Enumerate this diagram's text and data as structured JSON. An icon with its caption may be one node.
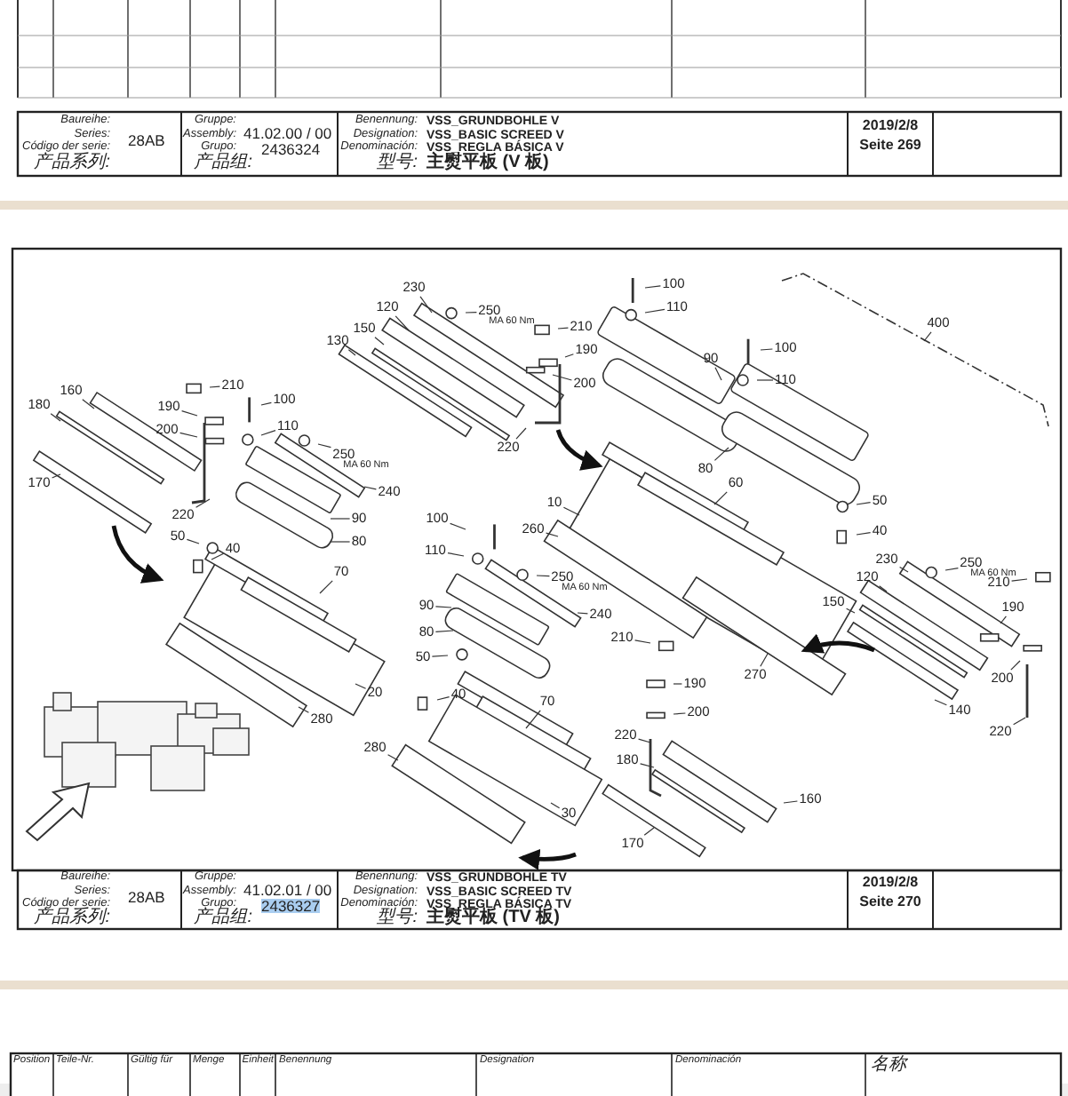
{
  "diagram": {
    "nodes": [
      {
        "text": [
          "230"
        ]
      },
      {
        "text": [
          "250",
          "MA 60 Nm"
        ]
      },
      {
        "text": [
          "120"
        ]
      },
      {
        "text": [
          "150"
        ]
      },
      {
        "text": [
          "130"
        ]
      },
      {
        "text": [
          "210"
        ]
      },
      {
        "text": [
          "190"
        ]
      },
      {
        "text": [
          "220"
        ]
      },
      {
        "text": [
          "160"
        ]
      },
      {
        "text": [
          "180"
        ]
      },
      {
        "text": [
          "210"
        ]
      },
      {
        "text": [
          "190"
        ]
      },
      {
        "text": [
          "200"
        ]
      },
      {
        "text": [
          "100"
        ]
      },
      {
        "text": [
          "110"
        ]
      },
      {
        "text": [
          "250",
          "MA 60 Nm"
        ]
      },
      {
        "text": [
          "240"
        ]
      },
      {
        "text": [
          "170"
        ]
      },
      {
        "text": [
          "220"
        ]
      },
      {
        "text": [
          "90"
        ]
      },
      {
        "text": [
          "80"
        ]
      },
      {
        "text": [
          "50"
        ]
      },
      {
        "text": [
          "40"
        ]
      },
      {
        "text": [
          "70"
        ]
      },
      {
        "text": [
          "100"
        ]
      },
      {
        "text": [
          "110"
        ]
      },
      {
        "text": [
          "90"
        ]
      },
      {
        "text": [
          "80"
        ]
      },
      {
        "text": [
          "250",
          "MA 60 Nm"
        ]
      },
      {
        "text": [
          "240"
        ]
      },
      {
        "text": [
          "20"
        ]
      },
      {
        "text": [
          "280"
        ]
      },
      {
        "text": [
          "50"
        ]
      },
      {
        "text": [
          "40"
        ]
      },
      {
        "text": [
          "70"
        ]
      },
      {
        "text": [
          "280"
        ]
      },
      {
        "text": [
          "30"
        ]
      },
      {
        "text": [
          "210"
        ]
      },
      {
        "text": [
          "190"
        ]
      },
      {
        "text": [
          "200"
        ]
      },
      {
        "text": [
          "220"
        ]
      },
      {
        "text": [
          "180"
        ]
      },
      {
        "text": [
          "160"
        ]
      },
      {
        "text": [
          "170"
        ]
      },
      {
        "text": [
          "260"
        ]
      },
      {
        "text": [
          "10"
        ]
      },
      {
        "text": [
          "60"
        ]
      },
      {
        "text": [
          "100"
        ]
      },
      {
        "text": [
          "110"
        ]
      },
      {
        "text": [
          "100"
        ]
      },
      {
        "text": [
          "110"
        ]
      },
      {
        "text": [
          "90"
        ]
      },
      {
        "text": [
          "80"
        ]
      },
      {
        "text": [
          "400"
        ]
      },
      {
        "text": [
          "50"
        ]
      },
      {
        "text": [
          "40"
        ]
      },
      {
        "text": [
          "230"
        ]
      },
      {
        "text": [
          "250",
          "MA 60 Nm"
        ]
      },
      {
        "text": [
          "120"
        ]
      },
      {
        "text": [
          "210"
        ]
      },
      {
        "text": [
          "150"
        ]
      },
      {
        "text": [
          "190"
        ]
      },
      {
        "text": [
          "270"
        ]
      },
      {
        "text": [
          "140"
        ]
      },
      {
        "text": [
          "200"
        ]
      },
      {
        "text": [
          "220"
        ]
      },
      {
        "text": [
          "200"
        ]
      }
    ],
    "edges": [
      {
        "from": 0,
        "to": null,
        "arrow": "none"
      },
      {
        "from": 1,
        "to": null,
        "arrow": "none"
      },
      {
        "from": 2,
        "to": null,
        "arrow": "none"
      },
      {
        "from": 3,
        "to": null,
        "arrow": "none"
      },
      {
        "from": 4,
        "to": null,
        "arrow": "none"
      },
      {
        "from": 5,
        "to": null,
        "arrow": "none"
      },
      {
        "from": 6,
        "to": null,
        "arrow": "none"
      },
      {
        "from": 7,
        "to": null,
        "arrow": "none"
      },
      {
        "from": 8,
        "to": null,
        "arrow": "none"
      },
      {
        "from": 9,
        "to": null,
        "arrow": "none"
      },
      {
        "from": 10,
        "to": null,
        "arrow": "none"
      },
      {
        "from": 11,
        "to": null,
        "arrow": "none"
      },
      {
        "from": 12,
        "to": null,
        "arrow": "none"
      },
      {
        "from": 13,
        "to": null,
        "arrow": "none"
      },
      {
        "from": 14,
        "to": null,
        "arrow": "none"
      },
      {
        "from": 15,
        "to": null,
        "arrow": "none"
      },
      {
        "from": 16,
        "to": null,
        "arrow": "none"
      },
      {
        "from": 17,
        "to": null,
        "arrow": "none"
      },
      {
        "from": 18,
        "to": null,
        "arrow": "none"
      },
      {
        "from": 19,
        "to": null,
        "arrow": "none"
      },
      {
        "from": 20,
        "to": null,
        "arrow": "none"
      },
      {
        "from": 21,
        "to": null,
        "arrow": "none"
      },
      {
        "from": 22,
        "to": null,
        "arrow": "none"
      },
      {
        "from": 23,
        "to": null,
        "arrow": "none"
      },
      {
        "from": 24,
        "to": null,
        "arrow": "none"
      },
      {
        "from": 25,
        "to": null,
        "arrow": "none"
      },
      {
        "from": 26,
        "to": null,
        "arrow": "none"
      },
      {
        "from": 27,
        "to": null,
        "arrow": "none"
      },
      {
        "from": 28,
        "to": null,
        "arrow": "none"
      },
      {
        "from": 29,
        "to": null,
        "arrow": "none"
      },
      {
        "from": 30,
        "to": null,
        "arrow": "none"
      },
      {
        "from": 31,
        "to": null,
        "arrow": "none"
      },
      {
        "from": 32,
        "to": null,
        "arrow": "none"
      },
      {
        "from": 33,
        "to": null,
        "arrow": "none"
      },
      {
        "from": 34,
        "to": null,
        "arrow": "none"
      },
      {
        "from": 35,
        "to": null,
        "arrow": "none"
      },
      {
        "from": 36,
        "to": null,
        "arrow": "none"
      },
      {
        "from": 37,
        "to": null,
        "arrow": "none"
      },
      {
        "from": 38,
        "to": null,
        "arrow": "none"
      },
      {
        "from": 39,
        "to": null,
        "arrow": "none"
      },
      {
        "from": 40,
        "to": null,
        "arrow": "none"
      },
      {
        "from": 41,
        "to": null,
        "arrow": "none"
      },
      {
        "from": 42,
        "to": null,
        "arrow": "none"
      },
      {
        "from": 43,
        "to": null,
        "arrow": "none"
      },
      {
        "from": 44,
        "to": null,
        "arrow": "none"
      },
      {
        "from": 45,
        "to": null,
        "arrow": "none"
      },
      {
        "from": 46,
        "to": null,
        "arrow": "none"
      },
      {
        "from": 47,
        "to": null,
        "arrow": "none"
      },
      {
        "from": 48,
        "to": null,
        "arrow": "none"
      },
      {
        "from": 49,
        "to": null,
        "arrow": "none"
      },
      {
        "from": 50,
        "to": null,
        "arrow": "none"
      },
      {
        "from": 51,
        "to": null,
        "arrow": "none"
      },
      {
        "from": 52,
        "to": null,
        "arrow": "none"
      },
      {
        "from": 53,
        "to": null,
        "arrow": "none"
      },
      {
        "from": 54,
        "to": null,
        "arrow": "none"
      },
      {
        "from": 55,
        "to": null,
        "arrow": "none"
      },
      {
        "from": 56,
        "to": null,
        "arrow": "none"
      },
      {
        "from": 57,
        "to": null,
        "arrow": "none"
      },
      {
        "from": 58,
        "to": null,
        "arrow": "none"
      },
      {
        "from": 59,
        "to": null,
        "arrow": "none"
      },
      {
        "from": 60,
        "to": null,
        "arrow": "none"
      },
      {
        "from": 61,
        "to": null,
        "arrow": "none"
      },
      {
        "from": 62,
        "to": null,
        "arrow": "none"
      },
      {
        "from": 63,
        "to": null,
        "arrow": "none"
      },
      {
        "from": 64,
        "to": null,
        "arrow": "none"
      },
      {
        "from": 65,
        "to": null,
        "arrow": "none"
      },
      {
        "from": 66,
        "to": null,
        "arrow": "none"
      }
    ],
    "labels": [
      "Baureihe:",
      "Series:",
      "Código der serie:",
      "产品系列:",
      "28AB",
      "Gruppe:",
      "Assembly:",
      "Grupo:",
      "产品组:",
      "41.02.00 / 00",
      "2436324",
      "Benennung:",
      "Designation:",
      "Denominación:",
      "型号:",
      "VSS_GRUNDBOHLE V",
      "VSS_BASIC SCREED V",
      "VSS_REGLA BÁSICA V",
      "主熨平板 (V 板)",
      "2019/2/8",
      "Seite 269",
      "Baureihe:",
      "Series:",
      "Código der serie:",
      "产品系列:",
      "28AB",
      "Gruppe:",
      "Assembly:",
      "Grupo:",
      "产品组:",
      "41.02.01 / 00",
      "2436327",
      "Benennung:",
      "Designation:",
      "Denominación:",
      "型号:",
      "VSS_GRUNDBOHLE TV",
      "VSS_BASIC SCREED TV",
      "VSS_REGLA BÁSICA TV",
      "主熨平板 (TV 板)",
      "2019/2/8",
      "Seite 270",
      "Position",
      "Teile-Nr.",
      "Gültig für",
      "Menge",
      "Einheit",
      "Benennung",
      "Designation",
      "Denominación",
      "名称"
    ]
  }
}
